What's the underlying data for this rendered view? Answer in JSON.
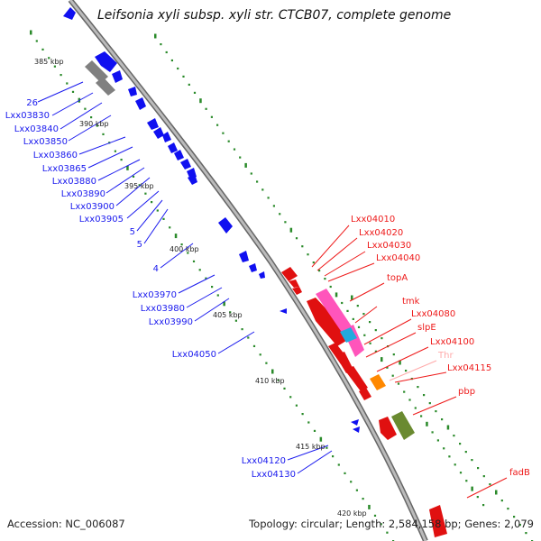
{
  "title": "Leifsonia xyli subsp. xyli str. CTCB07, complete genome",
  "footer": {
    "accession": "Accession: NC_006087",
    "stats": "Topology: circular; Length: 2,584,158 bp; Genes: 2,079"
  },
  "colors": {
    "backbone": "#888888",
    "tick": "#2a8a2a",
    "minus_strand": "#1010f0",
    "plus_strand": "#e01010",
    "rna": "#ff55bb",
    "tRNA": "#ffaaaa",
    "hypothetical": "#8a8a8a",
    "cyan": "#22aadd",
    "orange": "#ff8800",
    "olive": "#6a8a30"
  },
  "scale_labels": [
    "385 kbp",
    "390 kbp",
    "395 kbp",
    "400 kbp",
    "405 kbp",
    "410 kbp",
    "415 kbp",
    "420 kbp"
  ],
  "left_labels": [
    "26",
    "Lxx03830",
    "Lxx03840",
    "Lxx03850",
    "Lxx03860",
    "Lxx03865",
    "Lxx03880",
    "Lxx03890",
    "Lxx03900",
    "Lxx03905",
    "5",
    "5",
    "4",
    "Lxx03970",
    "Lxx03980",
    "Lxx03990",
    "Lxx04050",
    "Lxx04120",
    "Lxx04130"
  ],
  "right_labels": [
    "Lxx04010",
    "Lxx04020",
    "Lxx04030",
    "Lxx04040",
    "topA",
    "tmk",
    "Lxx04080",
    "slpE",
    "Lxx04100",
    "Thr",
    "Lxx04115",
    "pbp",
    "fadB"
  ]
}
